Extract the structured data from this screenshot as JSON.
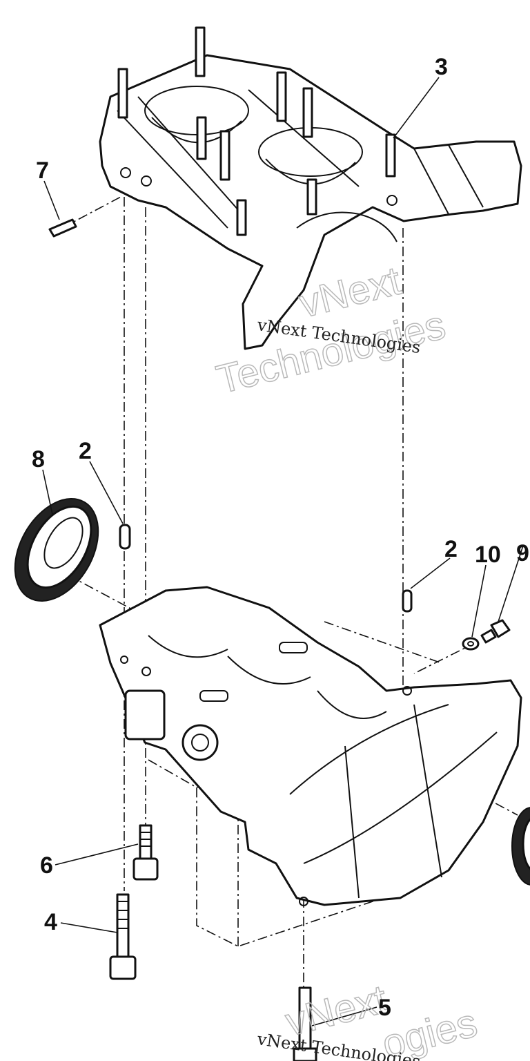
{
  "callouts": {
    "c2a": "2",
    "c2b": "2",
    "c3": "3",
    "c4": "4",
    "c5": "5",
    "c6": "6",
    "c7": "7",
    "c8": "8",
    "c9": "9",
    "c10": "10"
  },
  "watermarks": {
    "top_big_1": "vNext",
    "top_big_2": "Technologies",
    "top_small": "vNext Technologies",
    "bottom_big_1": "vNext",
    "bottom_big_2": "ogies",
    "bottom_small": "vNext Technologies"
  }
}
